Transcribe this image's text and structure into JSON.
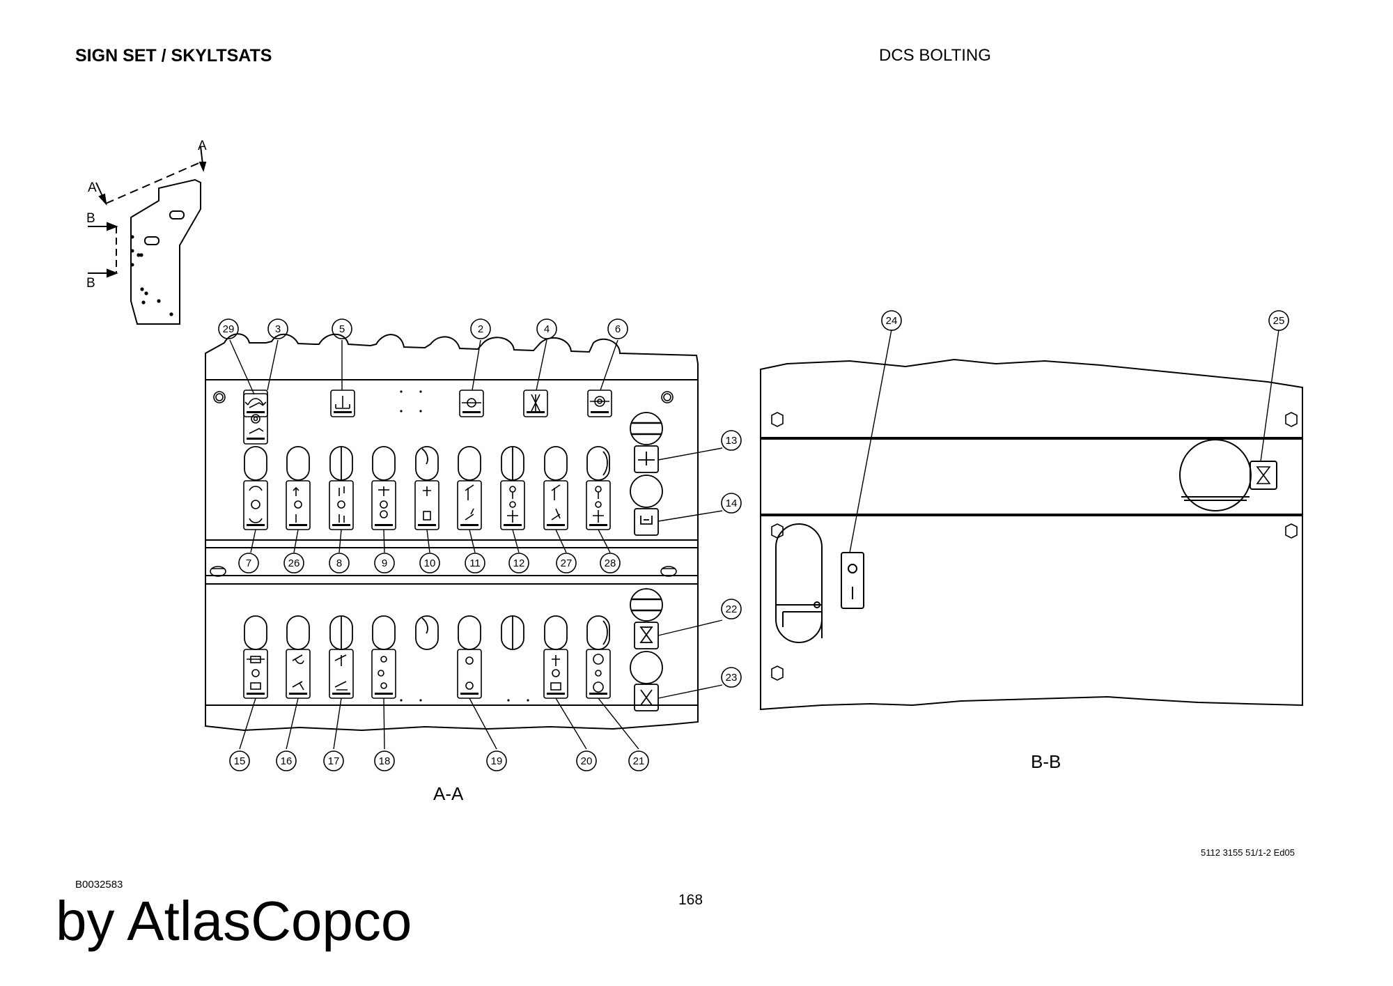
{
  "header": {
    "title_left": "SIGN SET / SKYLTSATS",
    "title_right": "DCS BOLTING"
  },
  "footer": {
    "doc_ref": "5112 3155 51/1-2 Ed05",
    "figure_id": "B0032583",
    "page_number": "168",
    "brand": "by AtlasCopco"
  },
  "drawing": {
    "key_labels": {
      "section_a": "A",
      "section_b": "B"
    },
    "view_labels": {
      "view_aa": "A-A",
      "view_bb": "B-B"
    },
    "callouts_aa_top": [
      "29",
      "3",
      "5",
      "2",
      "4",
      "6"
    ],
    "callouts_aa_middle": [
      "7",
      "26",
      "8",
      "9",
      "10",
      "11",
      "12",
      "27",
      "28"
    ],
    "callouts_aa_bottom": [
      "15",
      "16",
      "17",
      "18",
      "19",
      "20",
      "21"
    ],
    "callouts_aa_side": [
      "13",
      "14",
      "22",
      "23"
    ],
    "callouts_bb": [
      "24",
      "25"
    ]
  }
}
